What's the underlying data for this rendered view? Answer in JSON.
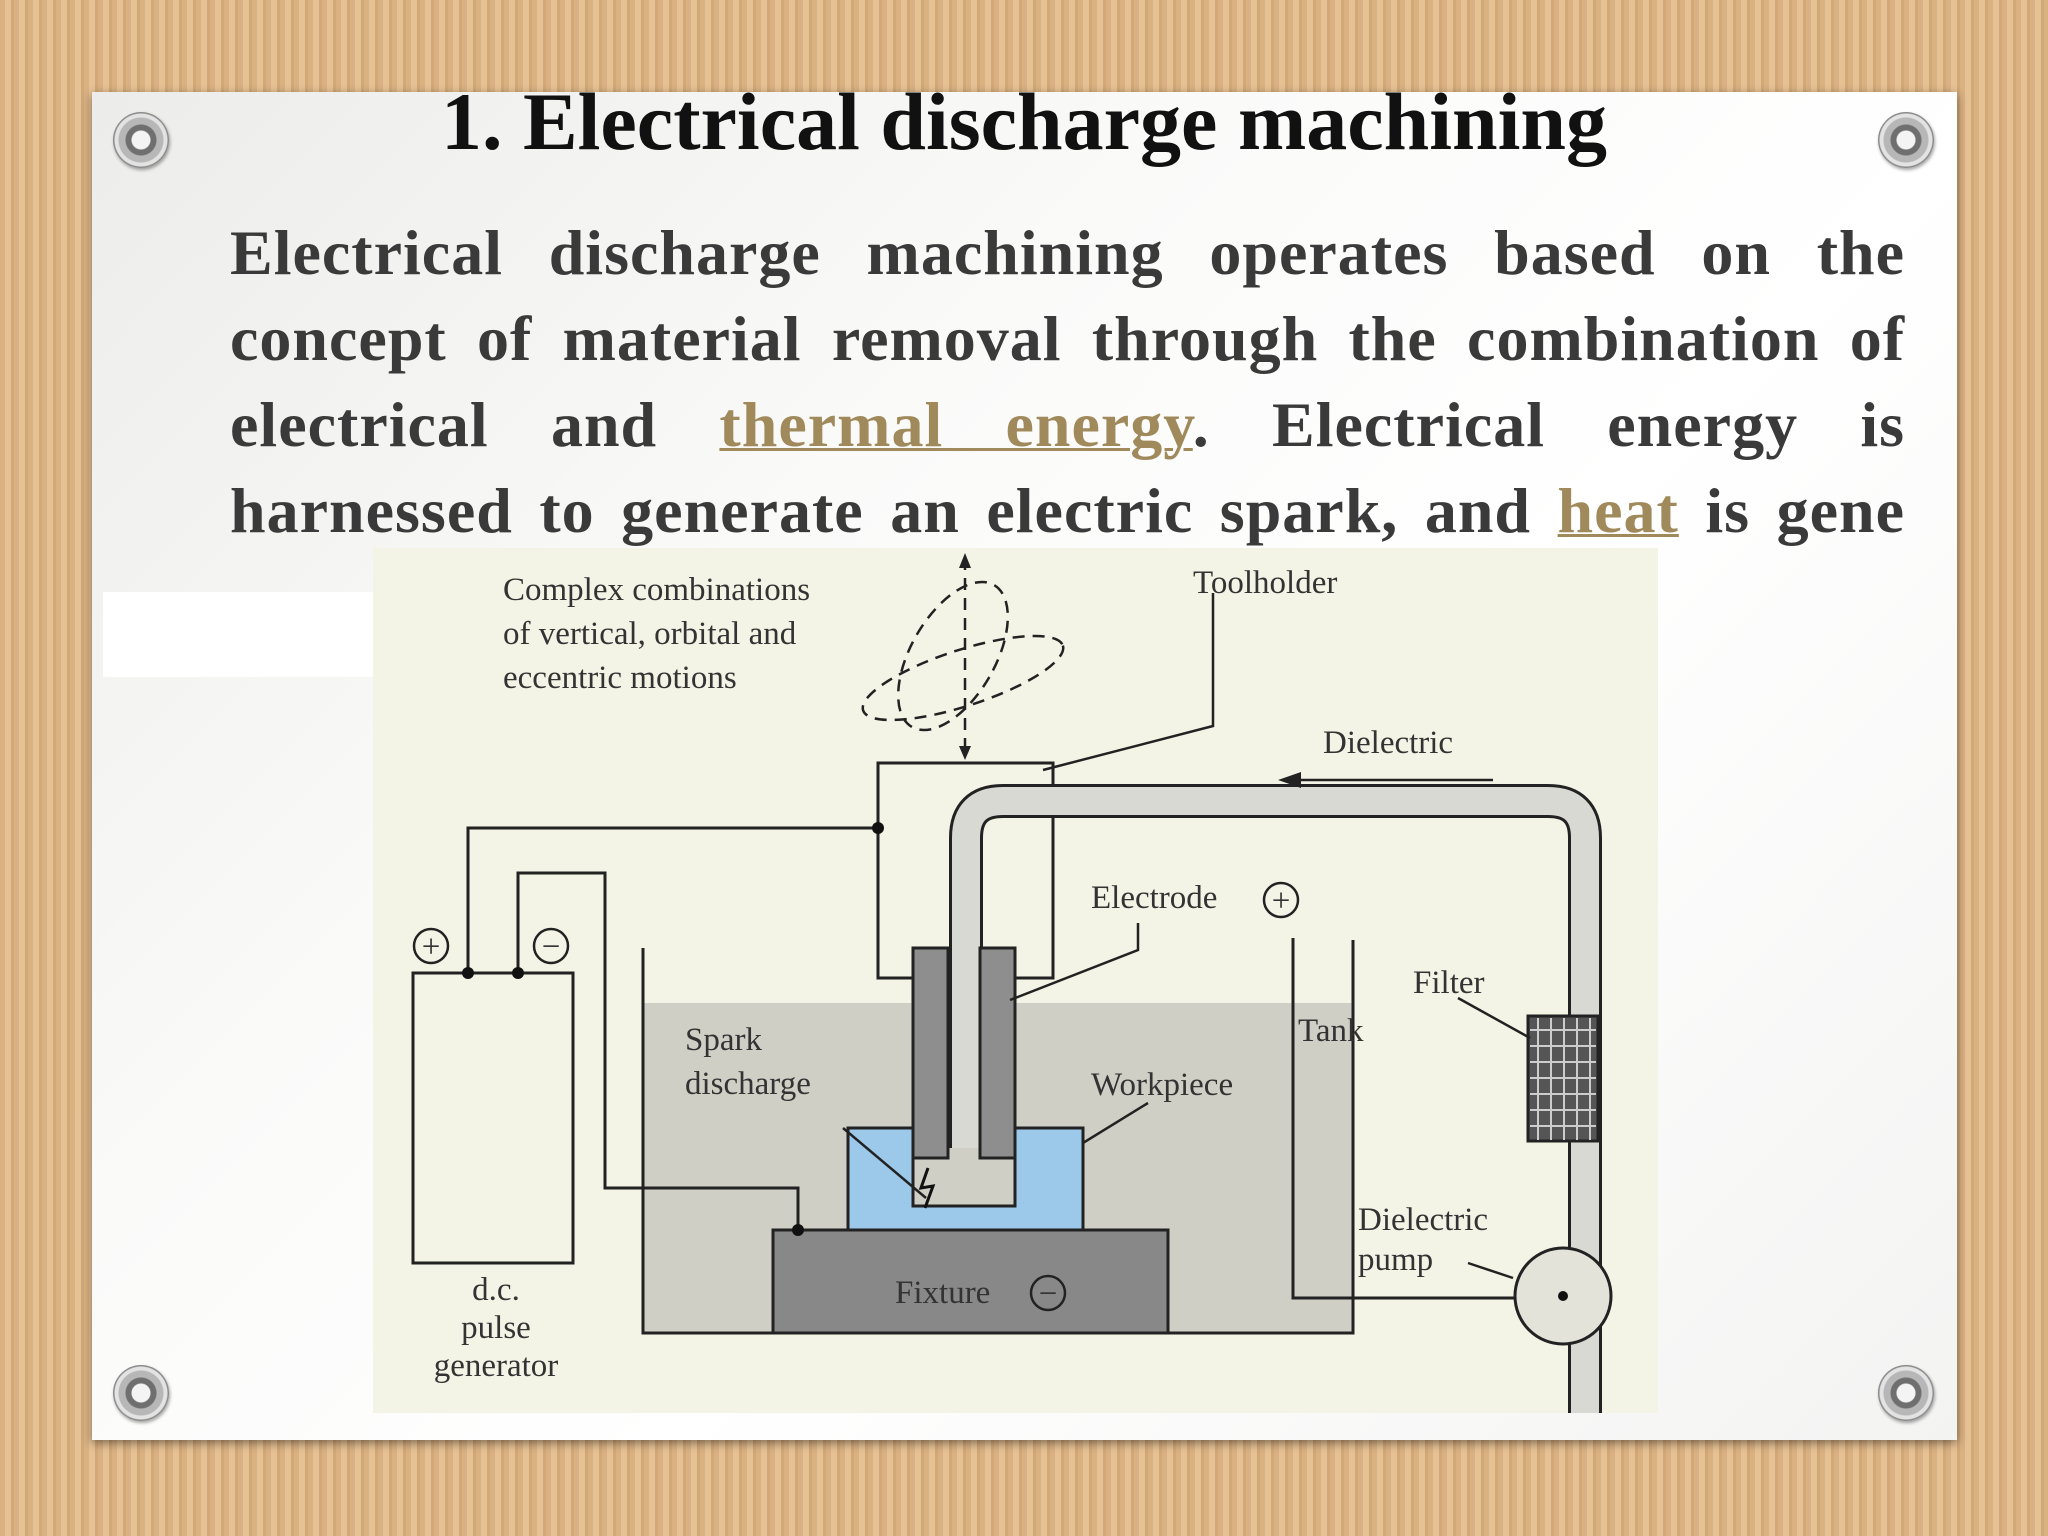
{
  "slide": {
    "title": "1. Electrical discharge machining",
    "paragraph": {
      "part1": "Electrical discharge machining operates based on the concept of material removal through the combination of electrical and ",
      "link1": "thermal energy",
      "part2": ". Electrical energy is harnessed to generate an electric spark, and ",
      "link2": "heat",
      "part3": " is gene"
    }
  },
  "diagram": {
    "labels": {
      "motions_line1": "Complex combinations",
      "motions_line2": "of vertical, orbital and",
      "motions_line3": "eccentric motions",
      "toolholder": "Toolholder",
      "dielectric": "Dielectric",
      "electrode": "Electrode",
      "filter": "Filter",
      "tank": "Tank",
      "spark_line1": "Spark",
      "spark_line2": "discharge",
      "workpiece": "Workpiece",
      "pump_line1": "Dielectric",
      "pump_line2": "pump",
      "fixture": "Fixture",
      "gen_line1": "d.c.",
      "gen_line2": "pulse",
      "gen_line3": "generator",
      "plus": "+",
      "minus": "−"
    }
  }
}
